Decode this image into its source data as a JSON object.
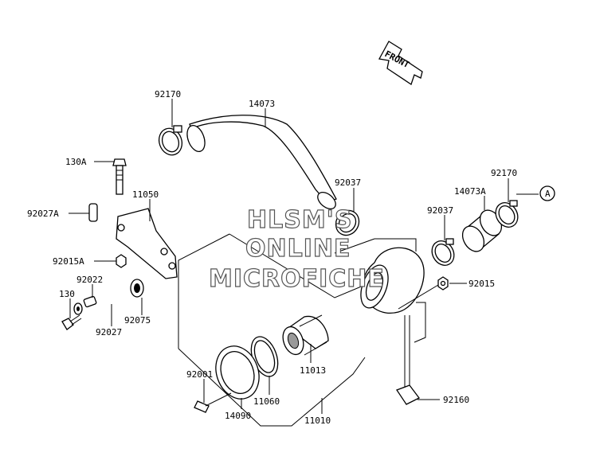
{
  "front_arrow": {
    "label": "FRONT"
  },
  "callouts": [
    "92170",
    "14073",
    "130A",
    "11050",
    "92027A",
    "92015A",
    "92022",
    "130",
    "92027",
    "92075",
    "92037",
    "92170",
    "14073A",
    "A",
    "92037",
    "92015",
    "11013",
    "92001",
    "11060",
    "14090",
    "11010",
    "92160"
  ],
  "watermark": {
    "line1": "HLSM'S",
    "line2": "ONLINE",
    "line3": "MICROFICHE"
  }
}
